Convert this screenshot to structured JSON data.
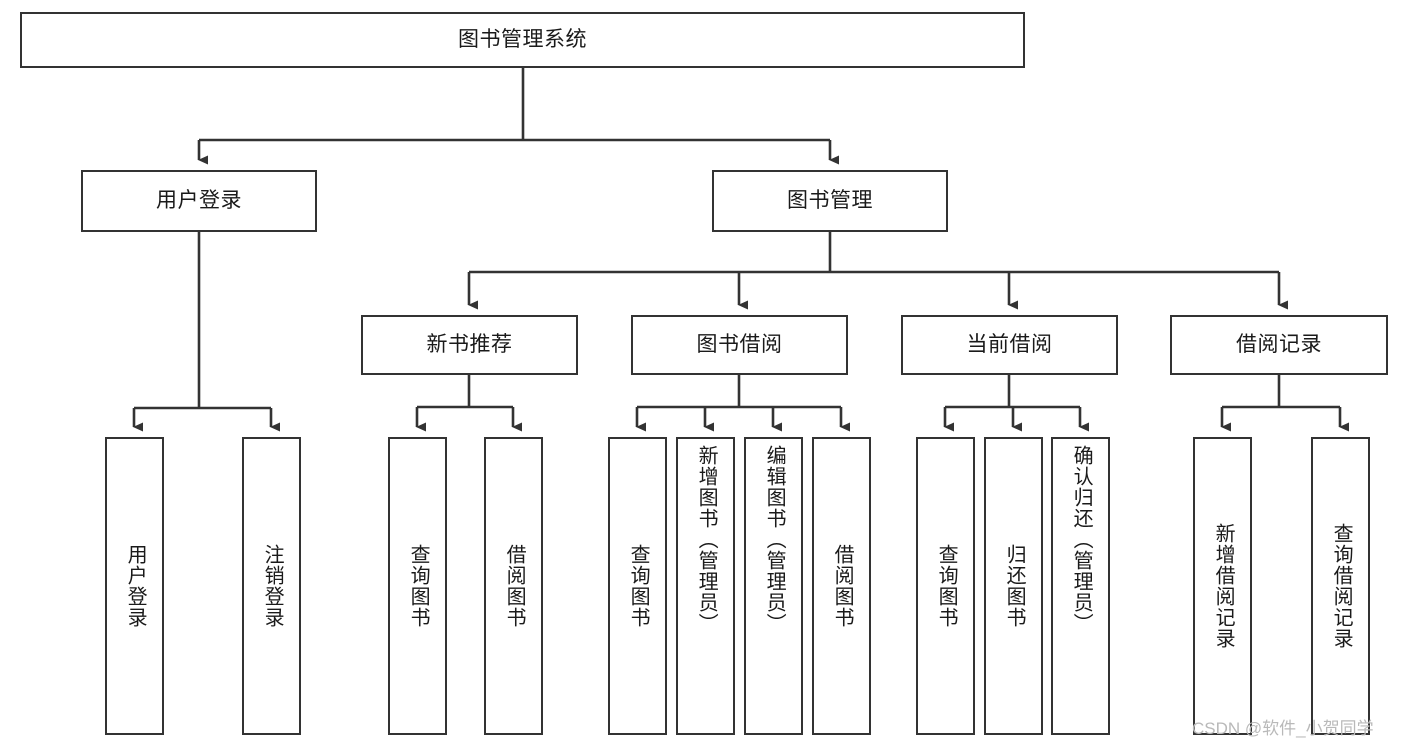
{
  "diagram": {
    "type": "tree-hierarchy-chart",
    "title": "图书管理系统",
    "line_color": "#333333",
    "box_fill": "#ffffff",
    "text_color": "#1a1a1a",
    "watermark": "CSDN @软件_小贺同学",
    "nodes": {
      "root": {
        "label": "图书管理系统"
      },
      "level2": [
        {
          "id": "user-login",
          "label": "用户登录"
        },
        {
          "id": "book-manage",
          "label": "图书管理"
        }
      ],
      "level3": [
        {
          "id": "new-book-recommend",
          "label": "新书推荐"
        },
        {
          "id": "book-borrow",
          "label": "图书借阅"
        },
        {
          "id": "current-borrow",
          "label": "当前借阅"
        },
        {
          "id": "borrow-record",
          "label": "借阅记录"
        }
      ],
      "leaves_user_login": [
        {
          "id": "leaf-user-login",
          "label": "用户登录"
        },
        {
          "id": "leaf-user-logout",
          "label": "注销登录"
        }
      ],
      "leaves_new_book": [
        {
          "id": "leaf-query-book-1",
          "label": "查询图书"
        },
        {
          "id": "leaf-borrow-book-1",
          "label": "借阅图书"
        }
      ],
      "leaves_book_borrow": [
        {
          "id": "leaf-query-book-2",
          "label": "查询图书"
        },
        {
          "id": "leaf-add-book",
          "label": "新增图书（管理员）"
        },
        {
          "id": "leaf-edit-book",
          "label": "编辑图书（管理员）"
        },
        {
          "id": "leaf-borrow-book-2",
          "label": "借阅图书"
        }
      ],
      "leaves_current_borrow": [
        {
          "id": "leaf-query-book-3",
          "label": "查询图书"
        },
        {
          "id": "leaf-return-book",
          "label": "归还图书"
        },
        {
          "id": "leaf-confirm-return",
          "label": "确认归还（管理员）"
        }
      ],
      "leaves_borrow_record": [
        {
          "id": "leaf-add-record",
          "label": "新增借阅记录"
        },
        {
          "id": "leaf-query-record",
          "label": "查询借阅记录"
        }
      ]
    }
  }
}
